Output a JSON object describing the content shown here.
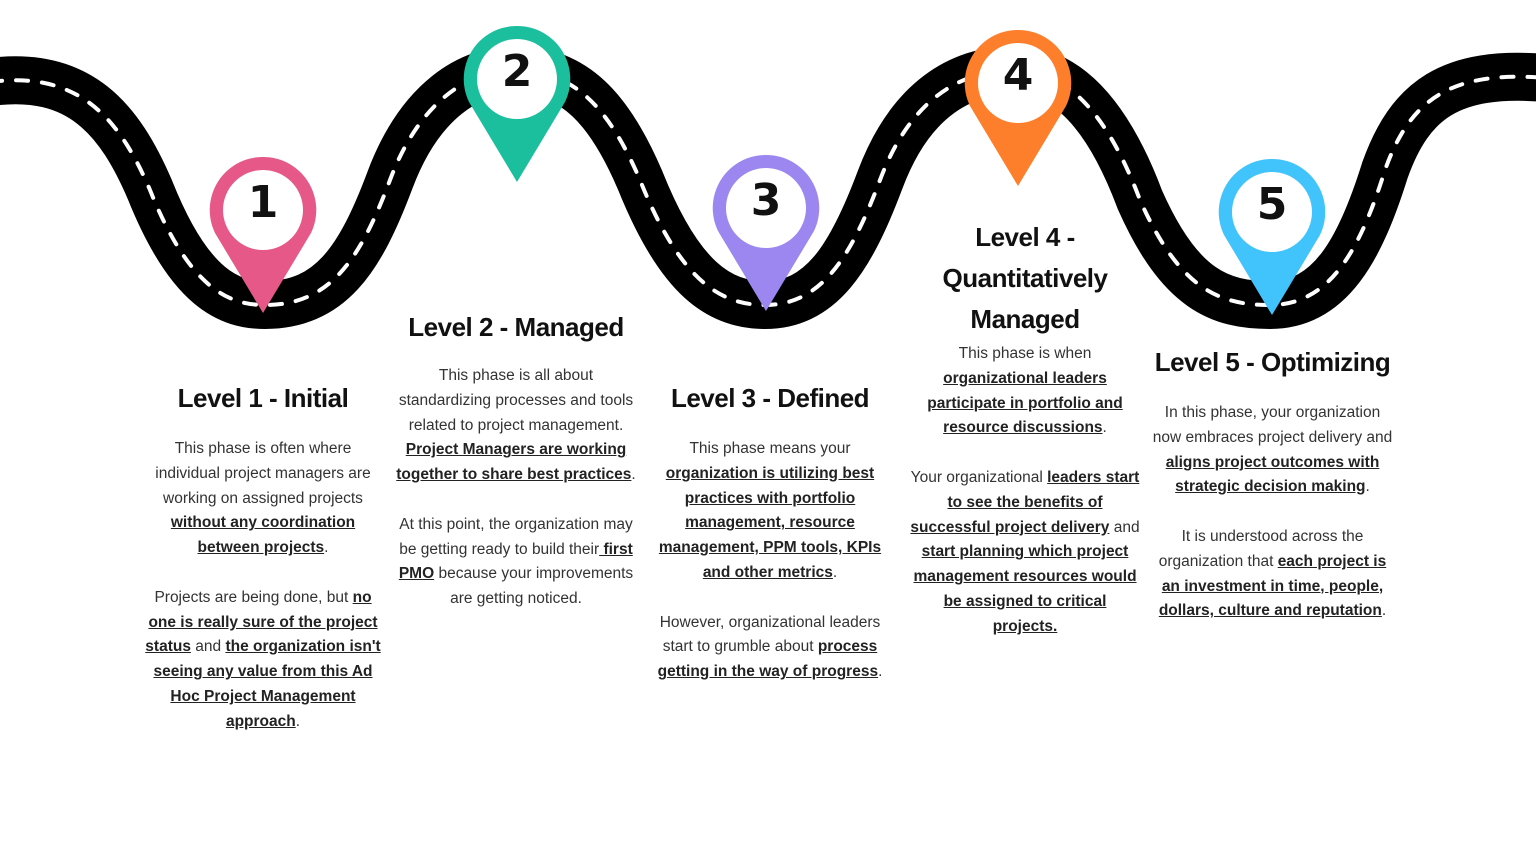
{
  "colors": {
    "road": "#000000",
    "dash": "#ffffff",
    "pin1": "#e55887",
    "pin2": "#1bbf9e",
    "pin3": "#9b87ef",
    "pin4": "#fd7f2c",
    "pin5": "#41c3fb"
  },
  "pins": [
    {
      "number": "1",
      "icon": "map-pin-icon"
    },
    {
      "number": "2",
      "icon": "map-pin-icon"
    },
    {
      "number": "3",
      "icon": "map-pin-icon"
    },
    {
      "number": "4",
      "icon": "map-pin-icon"
    },
    {
      "number": "5",
      "icon": "map-pin-icon"
    }
  ],
  "levels": [
    {
      "title": "Level 1 - Initial",
      "p1": [
        {
          "t": "This phase is often where individual project managers are working on assigned projects",
          "b": false
        },
        {
          "t": " without any coordination between projects",
          "b": true
        },
        {
          "t": ".",
          "b": false
        }
      ],
      "p2": [
        {
          "t": "Projects are being done, but ",
          "b": false
        },
        {
          "t": "no one is really sure of the project status",
          "b": true
        },
        {
          "t": " and ",
          "b": false
        },
        {
          "t": "the organization isn't seeing any value from this Ad Hoc Project Management approach",
          "b": true
        },
        {
          "t": ".",
          "b": false
        }
      ]
    },
    {
      "title": "Level 2 - Managed",
      "p1": [
        {
          "t": "This phase is all about standardizing processes and tools related to project management. ",
          "b": false
        },
        {
          "t": "Project Managers are working together to share best practices",
          "b": true
        },
        {
          "t": ".",
          "b": false
        }
      ],
      "p2": [
        {
          "t": "At this point, the organization may be getting ready to build their",
          "b": false
        },
        {
          "t": " first PMO",
          "b": true
        },
        {
          "t": " because your improvements are getting noticed.",
          "b": false
        }
      ]
    },
    {
      "title": "Level 3 - Defined",
      "p1": [
        {
          "t": "This phase means your ",
          "b": false
        },
        {
          "t": "organization is utilizing best practices with portfolio management, resource management, PPM tools, KPIs and other metrics",
          "b": true
        },
        {
          "t": ".",
          "b": false
        }
      ],
      "p2": [
        {
          "t": "However, organizational leaders start to grumble about ",
          "b": false
        },
        {
          "t": "process getting in the way of progress",
          "b": true
        },
        {
          "t": ".",
          "b": false
        }
      ]
    },
    {
      "title": "Level 4 - Quantitatively Managed",
      "p1": [
        {
          "t": "This phase is when ",
          "b": false
        },
        {
          "t": "organizational leaders participate in portfolio and resource discussions",
          "b": true
        },
        {
          "t": ".",
          "b": false
        }
      ],
      "p2": [
        {
          "t": "Your organizational ",
          "b": false
        },
        {
          "t": "leaders start to see the benefits of successful project delivery",
          "b": true
        },
        {
          "t": " and ",
          "b": false
        },
        {
          "t": "start planning which project management resources would be assigned to critical projects.",
          "b": true
        }
      ]
    },
    {
      "title": "Level 5 - Optimizing",
      "p1": [
        {
          "t": "In this phase, your organization now embraces project delivery and ",
          "b": false
        },
        {
          "t": "aligns project outcomes with strategic decision making",
          "b": true
        },
        {
          "t": ".",
          "b": false
        }
      ],
      "p2": [
        {
          "t": "It is understood across the organization that ",
          "b": false
        },
        {
          "t": "each project is an investment in time, people, dollars, culture and reputation",
          "b": true
        },
        {
          "t": ".",
          "b": false
        }
      ]
    }
  ]
}
